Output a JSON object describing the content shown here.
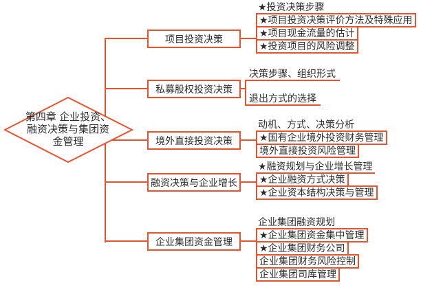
{
  "colors": {
    "line": "#e8532e",
    "text": "#2b2b2b"
  },
  "root": {
    "label": "第四章 企业投资、融资决策与集团资金管理"
  },
  "branches": [
    {
      "label": "项目投资决策",
      "leaves": [
        {
          "text": "★投资决策步骤",
          "boxed": false
        },
        {
          "text": "★项目投资决策评价方法及特殊应用",
          "boxed": true
        },
        {
          "text": "★项目现金流量的估计",
          "boxed": true
        },
        {
          "text": "★投资项目的风险调整",
          "boxed": true
        }
      ]
    },
    {
      "label": "私募股权投资决策",
      "leaves": [
        {
          "text": "决策步骤、组织形式",
          "boxed": false
        },
        {
          "text": "退出方式的选择",
          "boxed": false
        }
      ]
    },
    {
      "label": "境外直接投资决策",
      "leaves": [
        {
          "text": "动机、方式、决策分析",
          "boxed": false
        },
        {
          "text": "★国有企业境外投资财务管理",
          "boxed": true
        },
        {
          "text": "境外直接投资风险管理",
          "boxed": true
        }
      ]
    },
    {
      "label": "融资决策与企业增长",
      "leaves": [
        {
          "text": "★融资规划与企业增长管理",
          "boxed": false
        },
        {
          "text": "★企业融资方式决策",
          "boxed": true
        },
        {
          "text": "★企业资本结构决策与管理",
          "boxed": true
        }
      ]
    },
    {
      "label": "企业集团资金管理",
      "leaves": [
        {
          "text": "企业集团融资规划",
          "boxed": false
        },
        {
          "text": "★企业集团资金集中管理",
          "boxed": true
        },
        {
          "text": "★企业集团财务公司",
          "boxed": true
        },
        {
          "text": "企业集团财务风险控制",
          "boxed": true
        },
        {
          "text": "企业集团司库管理",
          "boxed": true
        }
      ]
    }
  ]
}
